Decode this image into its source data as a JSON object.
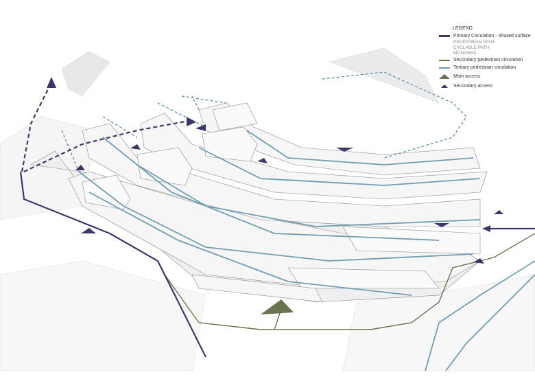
{
  "legend": {
    "title": "LEGEND",
    "primary": "Primary Circulation - Shared surface",
    "primary_sub": [
      "PEDESTRIAN PATH",
      "CYCLABLE PATH",
      "MONORAIL"
    ],
    "secondary": "Secondary pedestrian circulation",
    "tertiary": "Tertiary pedestrian circulation",
    "main_access": "Main access",
    "secondary_access": "Secondary access"
  },
  "colors": {
    "primary": "#3b3869",
    "secondary": "#6a7350",
    "tertiary": "#6f9db2",
    "building": "#f4f4f4",
    "outline": "#8a8a8a"
  }
}
